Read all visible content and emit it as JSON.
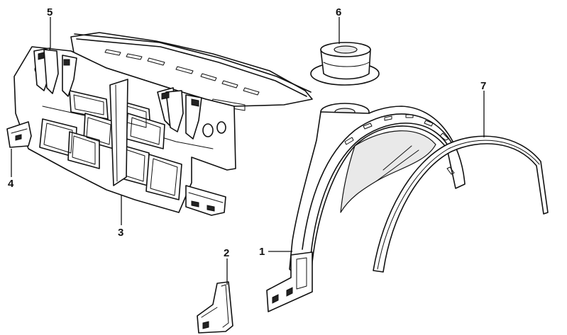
{
  "callouts": [
    {
      "id": "part-1",
      "label": "1"
    },
    {
      "id": "part-2",
      "label": "2"
    },
    {
      "id": "part-3",
      "label": "3"
    },
    {
      "id": "part-4",
      "label": "4"
    },
    {
      "id": "part-5",
      "label": "5"
    },
    {
      "id": "part-6",
      "label": "6"
    },
    {
      "id": "part-7",
      "label": "7"
    }
  ]
}
